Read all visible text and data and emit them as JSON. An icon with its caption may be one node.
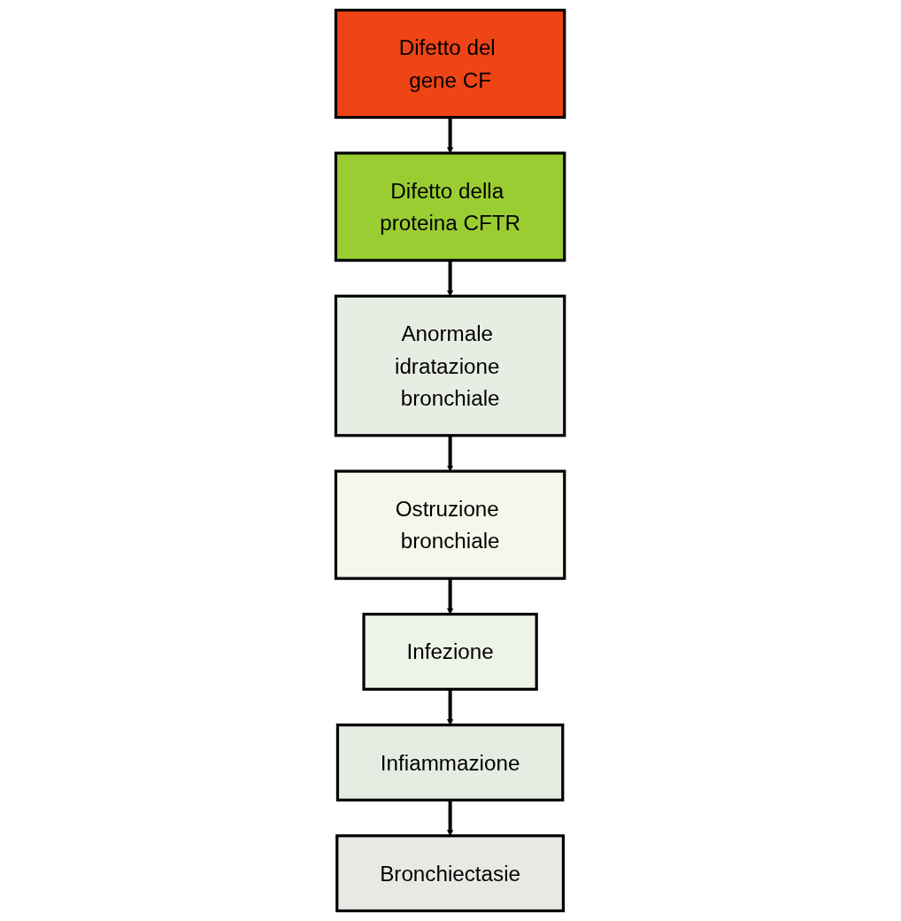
{
  "diagram": {
    "nodes": [
      {
        "text": [
          "Difetto del gene CF"
        ]
      },
      {
        "text": [
          "Difetto della proteina CFTR"
        ]
      },
      {
        "text": [
          "Anormale idratazione bronchiale"
        ]
      },
      {
        "text": [
          "Ostruzione bronchiale"
        ]
      },
      {
        "text": [
          "Infezione"
        ]
      },
      {
        "text": [
          "Infiammazione"
        ]
      },
      {
        "text": [
          "Bronchiectasie"
        ]
      }
    ],
    "edges": [
      {
        "from": 0,
        "to": 1,
        "arrow": "to"
      },
      {
        "from": 1,
        "to": 2,
        "arrow": "to"
      },
      {
        "from": 2,
        "to": 3,
        "arrow": "to"
      },
      {
        "from": 3,
        "to": 4,
        "arrow": "to"
      },
      {
        "from": 4,
        "to": 5,
        "arrow": "to"
      },
      {
        "from": 5,
        "to": 6,
        "arrow": "to"
      }
    ]
  }
}
